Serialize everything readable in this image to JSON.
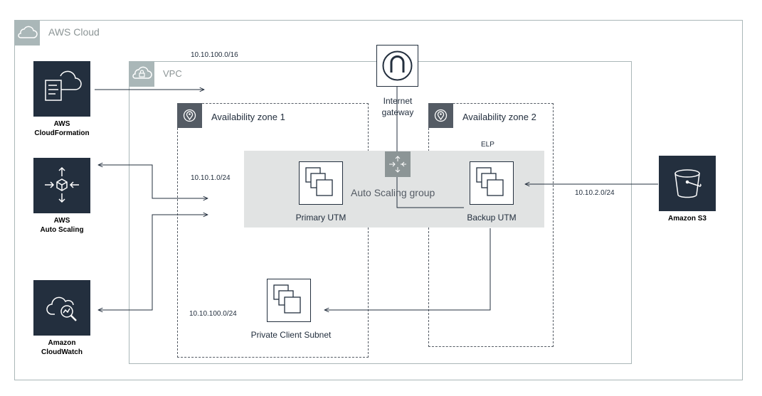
{
  "aws_cloud": {
    "label": "AWS Cloud"
  },
  "vpc": {
    "label": "VPC",
    "cidr": "10.10.100.0/16"
  },
  "availability_zones": [
    {
      "label": "Availability zone 1"
    },
    {
      "label": "Availability zone 2"
    }
  ],
  "internet_gateway": {
    "line1": "Internet",
    "line2": "gateway"
  },
  "auto_scaling_group": {
    "label": "Auto Scaling group"
  },
  "load_balancer": {
    "label": "ELP"
  },
  "instances": {
    "primary": {
      "label": "Primary UTM"
    },
    "backup": {
      "label": "Backup UTM"
    },
    "client": {
      "label": "Private Client Subnet"
    }
  },
  "subnets": {
    "primary_cidr": "10.10.1.0/24",
    "client_cidr": "10.10.100.0/24",
    "s3_cidr": "10.10.2.0/24"
  },
  "services": {
    "cloudformation": {
      "line1": "AWS",
      "line2": "CloudFormation",
      "icon": "cloudformation-icon"
    },
    "autoscaling": {
      "line1": "AWS",
      "line2": "Auto Scaling",
      "icon": "auto-scaling-icon"
    },
    "cloudwatch": {
      "line1": "Amazon",
      "line2": "CloudWatch",
      "icon": "cloudwatch-icon"
    },
    "s3": {
      "line1": "Amazon S3",
      "icon": "s3-bucket-icon"
    }
  },
  "colors": {
    "service_tile": "#232f3e",
    "group_border": "#aab7b8",
    "az_border": "#545b64",
    "asg_fill": "#e1e3e3"
  }
}
